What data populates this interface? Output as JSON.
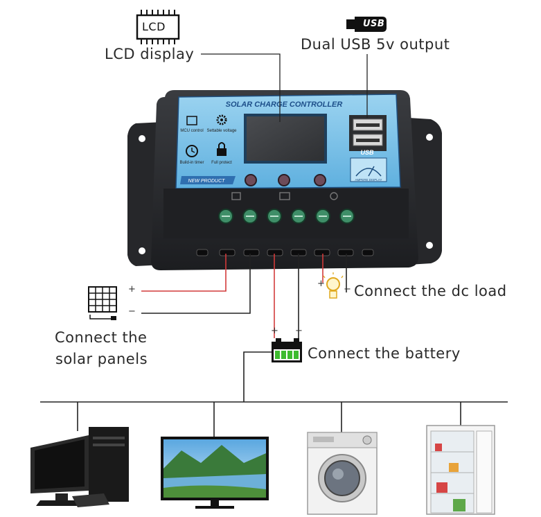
{
  "labels": {
    "lcd_icon_text": "LCD",
    "lcd_display": "LCD display",
    "usb_icon_text": "USB",
    "usb_output": "Dual USB 5v output",
    "connect_dc_load": "Connect the dc load",
    "connect_solar_line1": "Connect the",
    "connect_solar_line2": "solar panels",
    "connect_battery": "Connect the battery"
  },
  "polarity": {
    "solar_plus": "+",
    "solar_minus": "−",
    "battery_plus": "+",
    "battery_minus": "−",
    "load_plus": "+",
    "load_minus": "−"
  },
  "controller": {
    "panel_title": "SOLAR CHARGE CONTROLLER",
    "mcu_label": "MCU control",
    "settable_label": "Settable voltage",
    "timer_label": "Build-in timer",
    "protect_label": "Full protect",
    "new_product": "NEW PRODUCT",
    "usb_badge": "USB",
    "meter_label": "AMPERE DISPLAY"
  },
  "appliances": [
    "desktop-computer",
    "television",
    "washing-machine",
    "refrigerator"
  ],
  "colors": {
    "positive_wire": "#d23a3a",
    "negative_wire": "#222222",
    "panel_blue": "#7cc3e8",
    "controller_body": "#2b2d30",
    "terminal_green": "#4aa37a",
    "battery_green": "#3dbb2f"
  }
}
